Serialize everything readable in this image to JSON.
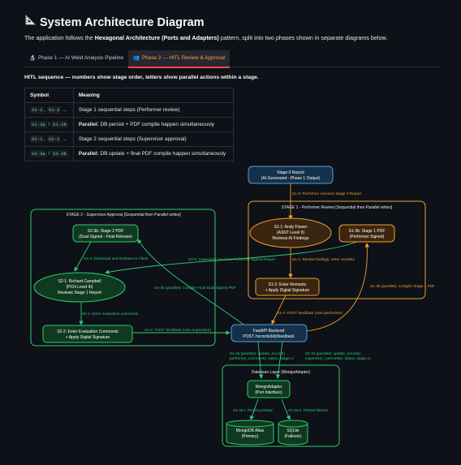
{
  "title": "System Architecture Diagram",
  "intro": {
    "pre": "The application follows the ",
    "bold": "Hexagonal Architecture (Ports and Adapters)",
    "post": " pattern, split into two phases shown in separate diagrams below."
  },
  "tabs": [
    {
      "icon": "🔬",
      "label": "Phase 1 — AI Weld Analysis Pipeline",
      "active": false
    },
    {
      "icon": "👥",
      "label": "Phase 2 — HITL Review & Approval",
      "active": true
    }
  ],
  "hitl_caption": "HITL sequence — numbers show stage order, letters show parallel actions within a stage.",
  "legend_table": {
    "headers": [
      "Symbol",
      "Meaning"
    ],
    "rows": [
      {
        "codes": [
          "S1-1",
          "S1-2"
        ],
        "joiner": ",",
        "tail": "...",
        "bold": "",
        "text": "Stage 1 sequential steps (Performer review)"
      },
      {
        "codes": [
          "S1-3a",
          "S1-3b"
        ],
        "joiner": "/",
        "tail": "",
        "bold": "Parallel:",
        "text": " DB persist + PDF compile happen simultaneously"
      },
      {
        "codes": [
          "S2-1",
          "S2-2"
        ],
        "joiner": ",",
        "tail": "...",
        "bold": "",
        "text": "Stage 2 sequential steps (Supervisor approval)"
      },
      {
        "codes": [
          "S2-3a",
          "S2-3b"
        ],
        "joiner": "/",
        "tail": "",
        "bold": "Parallel:",
        "text": " DB update + final PDF compile happen simultaneously"
      }
    ]
  },
  "diagram": {
    "colors": {
      "green": "#2ecc71",
      "orange": "#f0a030",
      "blue": "#4fa3d8"
    },
    "stage2_label": "STAGE 2 - Supervisor Approval  [Sequential then Parallel writes]",
    "stage1_label": "STAGE 1 - Performer Review  [Sequential then Parallel writes]",
    "db_layer_label": "Database Layer (MongoAdapter)",
    "nodes": {
      "stage0": [
        "Stage 0 Report",
        "(AI-Generated - Phase 1 Output)"
      ],
      "andy": [
        "S1-1: Andy Flower",
        "(ASNT Level II)",
        "Reviews AI Findings"
      ],
      "s13b": [
        "S1-3b: Stage 1 PDF",
        "(Performer Signed)"
      ],
      "s12": [
        "S1-2: Enter Remarks",
        "+ Apply Digital Signature"
      ],
      "s23b": [
        "S2-3b: Stage 2 PDF",
        "(Dual-Signed - Final Release)"
      ],
      "richard": [
        "S2-1: Richard Campbell",
        "(PCN Level III)",
        "Reviews Stage 1 Report"
      ],
      "s22": [
        "S2-2: Enter Evaluation Comments",
        "+ Apply Digital Signature"
      ],
      "fastapi": [
        "FastAPI Backend",
        "POST /records/{id}/feedback"
      ],
      "mongoadapter": [
        "MongoAdapter",
        "(Port Interface)"
      ],
      "atlas": [
        "MongoDB Atlas",
        "(Primary)"
      ],
      "sqlite": [
        "SQLite",
        "(Failover)"
      ]
    },
    "edges": {
      "s10": "S1-0: Performer receives Stage 0 Report",
      "s11": "S1-1: Review findings, enter remarks",
      "s12post": "S1-2: POST feedback (role=performer)",
      "s13b": "S1-3b (parallel): Compile Stage 1 PDF",
      "s20": "S2-0: Supervisor receives Performer Signed Report",
      "s21": "S2-1: Enter evaluation comments",
      "s22post": "S2-2: POST feedback (role=supervisor)",
      "s23b": "S2-3b (parallel): Compile Final Dual-Signed PDF",
      "s24": "S2-4: Download and Release to Client",
      "s13a": [
        "S1-3a (parallel): update_record()",
        "performer_comments, status_stage=1"
      ],
      "s23a": [
        "S2-3a (parallel): update_record()",
        "supervisor_comments, status_stage=2"
      ],
      "s13i": "S1-3a-i: Persist primary",
      "s13ii": "S1-3a-ii: Persist failover"
    }
  }
}
